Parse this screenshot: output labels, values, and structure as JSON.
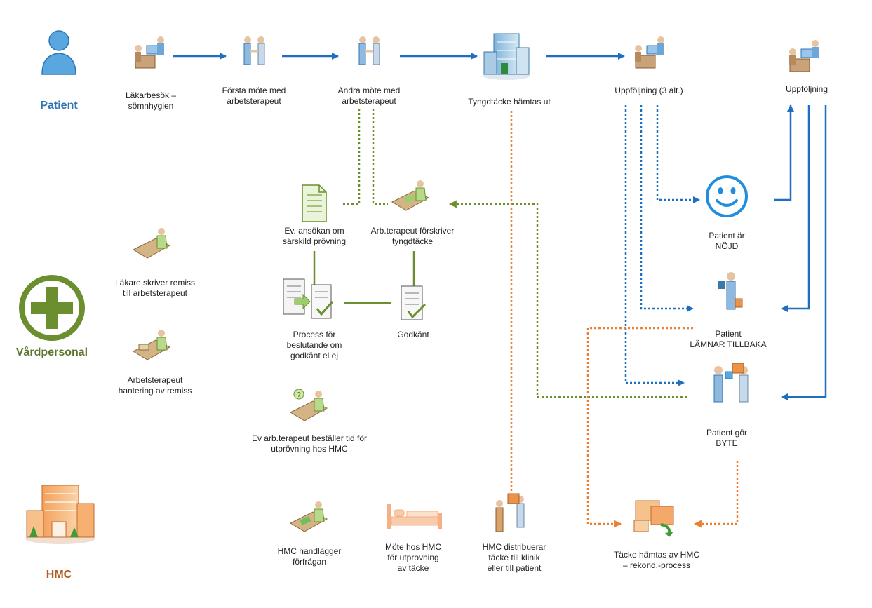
{
  "lanes": {
    "patient": "Patient",
    "vard": "Vårdpersonal",
    "hmc": "HMC"
  },
  "nodes": {
    "lakarbesok": "Läkarbesök –\nsömnhygien",
    "forsta_mote": "Första möte med\narbetsterapeut",
    "andra_mote": "Andra möte med\narbetsterapeut",
    "tyngdtacke": "Tyngdtäcke hämtas ut",
    "uppfoljning3": "Uppföljning (3 alt.)",
    "uppfoljning": "Uppföljning",
    "ev_ansokan": "Ev. ansökan om\nsärskild prövning",
    "arb_forskriver": "Arb.terapeut förskriver\ntyngdtäcke",
    "lakare_remiss": "Läkare skriver remiss\ntill arbetsterapeut",
    "arb_hantering": "Arbetsterapeut\nhantering av remiss",
    "process": "Process för\nbeslutande om\ngodkänt el ej",
    "godkant": "Godkänt",
    "ev_bestaller": "Ev arb.terapeut beställer tid för\nutprövning hos HMC",
    "nojd": "Patient är\nNÖJD",
    "lamnar": "Patient\nLÄMNAR TILLBAKA",
    "byte": "Patient gör\nBYTE",
    "hmc_handlagger": "HMC handlägger\nförfrågan",
    "mote_hmc": "Möte hos HMC\nför utprovning\nav täcke",
    "hmc_distribuerar": "HMC distribuerar\ntäcke till klinik\neller till patient",
    "tacke_hamtas": "Täcke hämtas av HMC\n– rekond.-process"
  },
  "colors": {
    "blue_flow": "#1f6fbf",
    "green_flow": "#6b8e2e",
    "orange_flow": "#ed7d31",
    "patient_label": "#2e75b6",
    "vard_label": "#5f7530",
    "hmc_label": "#b05b1c"
  },
  "icons": [
    "patient-person-icon",
    "doctor-desk-icon",
    "handshake-icon",
    "hospital-building-icon",
    "document-icon",
    "therapist-desk-icon",
    "smiley-icon",
    "person-return-icon",
    "person-exchange-icon",
    "checklist-icon",
    "medical-cross-icon",
    "hmc-building-icon",
    "bed-icon",
    "delivery-boxes-icon"
  ]
}
